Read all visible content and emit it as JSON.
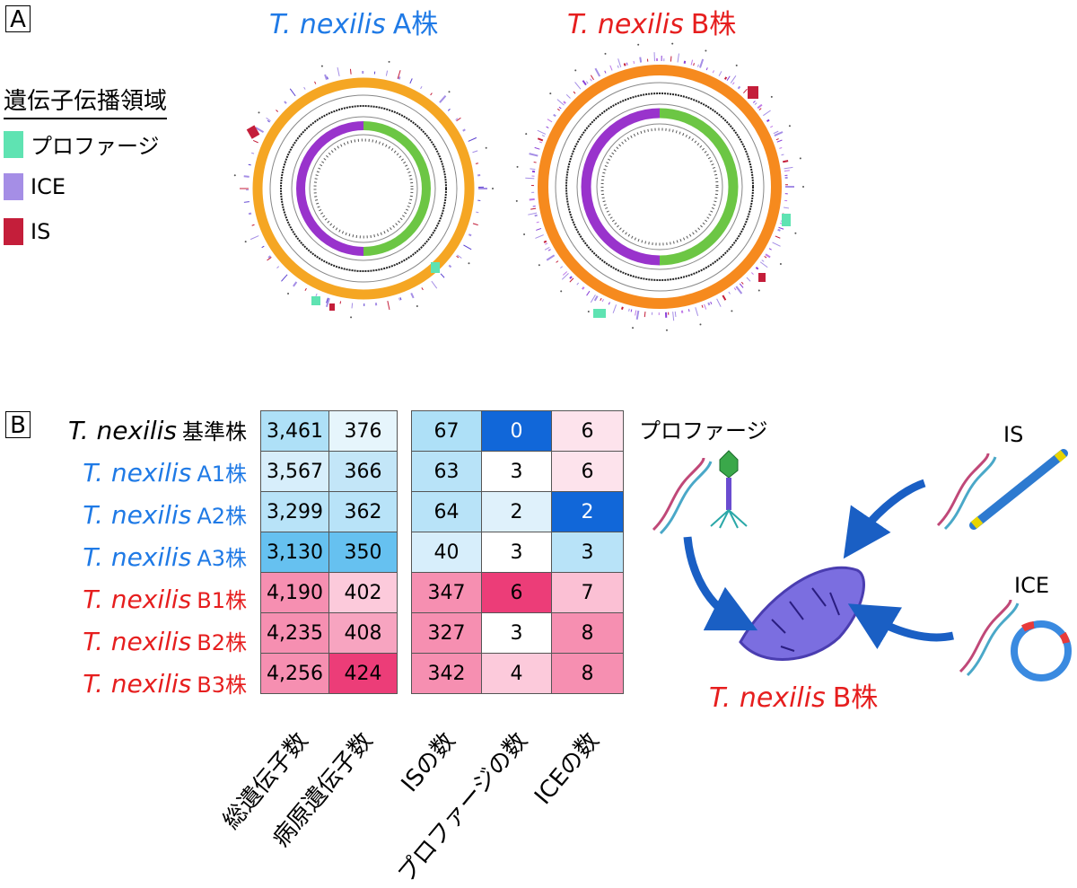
{
  "panel_a": {
    "label": "A",
    "genome_a_title": "T. nexilis",
    "genome_a_suffix": "A株",
    "genome_b_title": "T. nexilis",
    "genome_b_suffix": "B株",
    "legend": {
      "title": "遺伝子伝播領域",
      "items": [
        {
          "label": "プロファージ",
          "color": "#5fe3b2"
        },
        {
          "label": "ICE",
          "color": "#a58ee6"
        },
        {
          "label": "IS",
          "color": "#c41e3a"
        }
      ]
    }
  },
  "panel_b": {
    "label": "B",
    "strains": [
      {
        "name": "T. nexilis",
        "suffix": "基準株",
        "color": "#000000"
      },
      {
        "name": "T. nexilis",
        "suffix": "A1株",
        "color": "#1f7ae6"
      },
      {
        "name": "T. nexilis",
        "suffix": "A2株",
        "color": "#1f7ae6"
      },
      {
        "name": "T. nexilis",
        "suffix": "A3株",
        "color": "#1f7ae6"
      },
      {
        "name": "T. nexilis",
        "suffix": "B1株",
        "color": "#e61e1e"
      },
      {
        "name": "T. nexilis",
        "suffix": "B2株",
        "color": "#e61e1e"
      },
      {
        "name": "T. nexilis",
        "suffix": "B3株",
        "color": "#e61e1e"
      }
    ],
    "table_left": {
      "columns": [
        "総遺伝子数",
        "病原遺伝子数"
      ],
      "rows": [
        [
          {
            "v": "3,461",
            "c": "#aee0f7"
          },
          {
            "v": "376",
            "c": "#e6f5fc"
          }
        ],
        [
          {
            "v": "3,567",
            "c": "#d7eefb"
          },
          {
            "v": "366",
            "c": "#c3e6f8"
          }
        ],
        [
          {
            "v": "3,299",
            "c": "#b8e3f8"
          },
          {
            "v": "362",
            "c": "#b8e3f8"
          }
        ],
        [
          {
            "v": "3,130",
            "c": "#66c1f0"
          },
          {
            "v": "350",
            "c": "#66c1f0"
          }
        ],
        [
          {
            "v": "4,190",
            "c": "#f68fb1"
          },
          {
            "v": "402",
            "c": "#fccadb"
          }
        ],
        [
          {
            "v": "4,235",
            "c": "#f68fb1"
          },
          {
            "v": "408",
            "c": "#f7a4c0"
          }
        ],
        [
          {
            "v": "4,256",
            "c": "#f68fb1"
          },
          {
            "v": "424",
            "c": "#ec3d78"
          }
        ]
      ]
    },
    "table_right": {
      "columns": [
        "ISの数",
        "プロファージの数",
        "ICEの数"
      ],
      "rows": [
        [
          {
            "v": "67",
            "c": "#aee0f7",
            "t": "#000"
          },
          {
            "v": "0",
            "c": "#1167d9",
            "t": "#fff"
          },
          {
            "v": "6",
            "c": "#fde3ec",
            "t": "#000"
          }
        ],
        [
          {
            "v": "63",
            "c": "#b8e3f8",
            "t": "#000"
          },
          {
            "v": "3",
            "c": "#ffffff",
            "t": "#000"
          },
          {
            "v": "6",
            "c": "#fde3ec",
            "t": "#000"
          }
        ],
        [
          {
            "v": "64",
            "c": "#b8e3f8",
            "t": "#000"
          },
          {
            "v": "2",
            "c": "#dff1fb",
            "t": "#000"
          },
          {
            "v": "2",
            "c": "#1167d9",
            "t": "#fff"
          }
        ],
        [
          {
            "v": "40",
            "c": "#d7eefb",
            "t": "#000"
          },
          {
            "v": "3",
            "c": "#ffffff",
            "t": "#000"
          },
          {
            "v": "3",
            "c": "#b8e3f8",
            "t": "#000"
          }
        ],
        [
          {
            "v": "347",
            "c": "#f68fb1",
            "t": "#000"
          },
          {
            "v": "6",
            "c": "#ec3d78",
            "t": "#000"
          },
          {
            "v": "7",
            "c": "#fbc0d4",
            "t": "#000"
          }
        ],
        [
          {
            "v": "327",
            "c": "#f68fb1",
            "t": "#000"
          },
          {
            "v": "3",
            "c": "#ffffff",
            "t": "#000"
          },
          {
            "v": "8",
            "c": "#f68fb1",
            "t": "#000"
          }
        ],
        [
          {
            "v": "342",
            "c": "#f68fb1",
            "t": "#000"
          },
          {
            "v": "4",
            "c": "#fccadb",
            "t": "#000"
          },
          {
            "v": "8",
            "c": "#f68fb1",
            "t": "#000"
          }
        ]
      ]
    },
    "schema": {
      "prophage_label": "プロファージ",
      "is_label": "IS",
      "ice_label": "ICE",
      "target_name": "T. nexilis",
      "target_suffix": "B株"
    }
  }
}
